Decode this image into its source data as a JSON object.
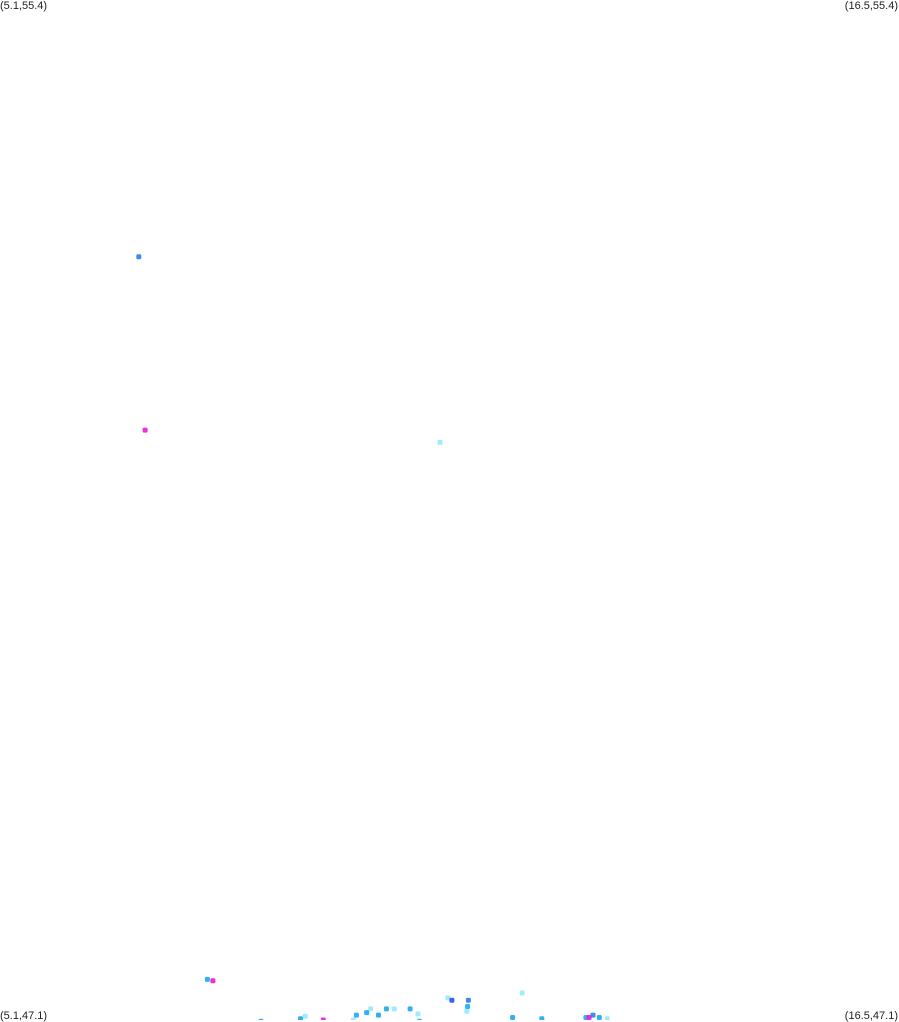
{
  "map": {
    "corners": {
      "top_left": "(5.1,55.4)",
      "top_right": "(16.5,55.4)",
      "bottom_left": "(5.1,47.1)",
      "bottom_right": "(16.5,47.1)"
    },
    "bounds": {
      "lon_min": 5.1,
      "lon_max": 16.5,
      "lat_min": 47.1,
      "lat_max": 55.4
    },
    "colors": {
      "light_cyan": "#7fe6ff",
      "sky_blue": "#1ea6f0",
      "blue": "#2f7de0",
      "deep_blue": "#2c4fe6",
      "magenta": "#e81ad8"
    },
    "points": [
      {
        "lon": 6.86,
        "lat": 53.31,
        "color": "blue"
      },
      {
        "lon": 6.94,
        "lat": 51.9,
        "color": "magenta"
      },
      {
        "lon": 10.68,
        "lat": 51.8,
        "color": "light_cyan"
      },
      {
        "lon": 7.73,
        "lat": 47.43,
        "color": "sky_blue"
      },
      {
        "lon": 7.8,
        "lat": 47.42,
        "color": "magenta"
      },
      {
        "lon": 8.97,
        "lat": 47.13,
        "color": "light_cyan"
      },
      {
        "lon": 8.91,
        "lat": 47.11,
        "color": "sky_blue"
      },
      {
        "lon": 9.58,
        "lat": 47.1,
        "color": "light_cyan"
      },
      {
        "lon": 9.62,
        "lat": 47.14,
        "color": "sky_blue"
      },
      {
        "lon": 9.75,
        "lat": 47.16,
        "color": "sky_blue"
      },
      {
        "lon": 9.8,
        "lat": 47.19,
        "color": "light_cyan"
      },
      {
        "lon": 9.9,
        "lat": 47.14,
        "color": "sky_blue"
      },
      {
        "lon": 10.0,
        "lat": 47.19,
        "color": "sky_blue"
      },
      {
        "lon": 10.1,
        "lat": 47.19,
        "color": "light_cyan"
      },
      {
        "lon": 10.3,
        "lat": 47.19,
        "color": "sky_blue"
      },
      {
        "lon": 10.4,
        "lat": 47.15,
        "color": "light_cyan"
      },
      {
        "lon": 10.78,
        "lat": 47.28,
        "color": "light_cyan"
      },
      {
        "lon": 10.83,
        "lat": 47.26,
        "color": "deep_blue"
      },
      {
        "lon": 11.04,
        "lat": 47.26,
        "color": "blue"
      },
      {
        "lon": 11.03,
        "lat": 47.21,
        "color": "sky_blue"
      },
      {
        "lon": 11.02,
        "lat": 47.17,
        "color": "light_cyan"
      },
      {
        "lon": 11.72,
        "lat": 47.32,
        "color": "light_cyan"
      },
      {
        "lon": 11.6,
        "lat": 47.12,
        "color": "sky_blue"
      },
      {
        "lon": 11.97,
        "lat": 47.11,
        "color": "sky_blue"
      },
      {
        "lon": 12.53,
        "lat": 47.12,
        "color": "sky_blue"
      },
      {
        "lon": 12.62,
        "lat": 47.14,
        "color": "blue"
      },
      {
        "lon": 12.7,
        "lat": 47.12,
        "color": "sky_blue"
      },
      {
        "lon": 12.8,
        "lat": 47.11,
        "color": "light_cyan"
      },
      {
        "lon": 12.57,
        "lat": 47.12,
        "color": "magenta"
      },
      {
        "lon": 9.2,
        "lat": 47.1,
        "color": "magenta"
      },
      {
        "lon": 8.41,
        "lat": 47.09,
        "color": "sky_blue"
      },
      {
        "lon": 10.42,
        "lat": 47.09,
        "color": "sky_blue"
      }
    ]
  }
}
